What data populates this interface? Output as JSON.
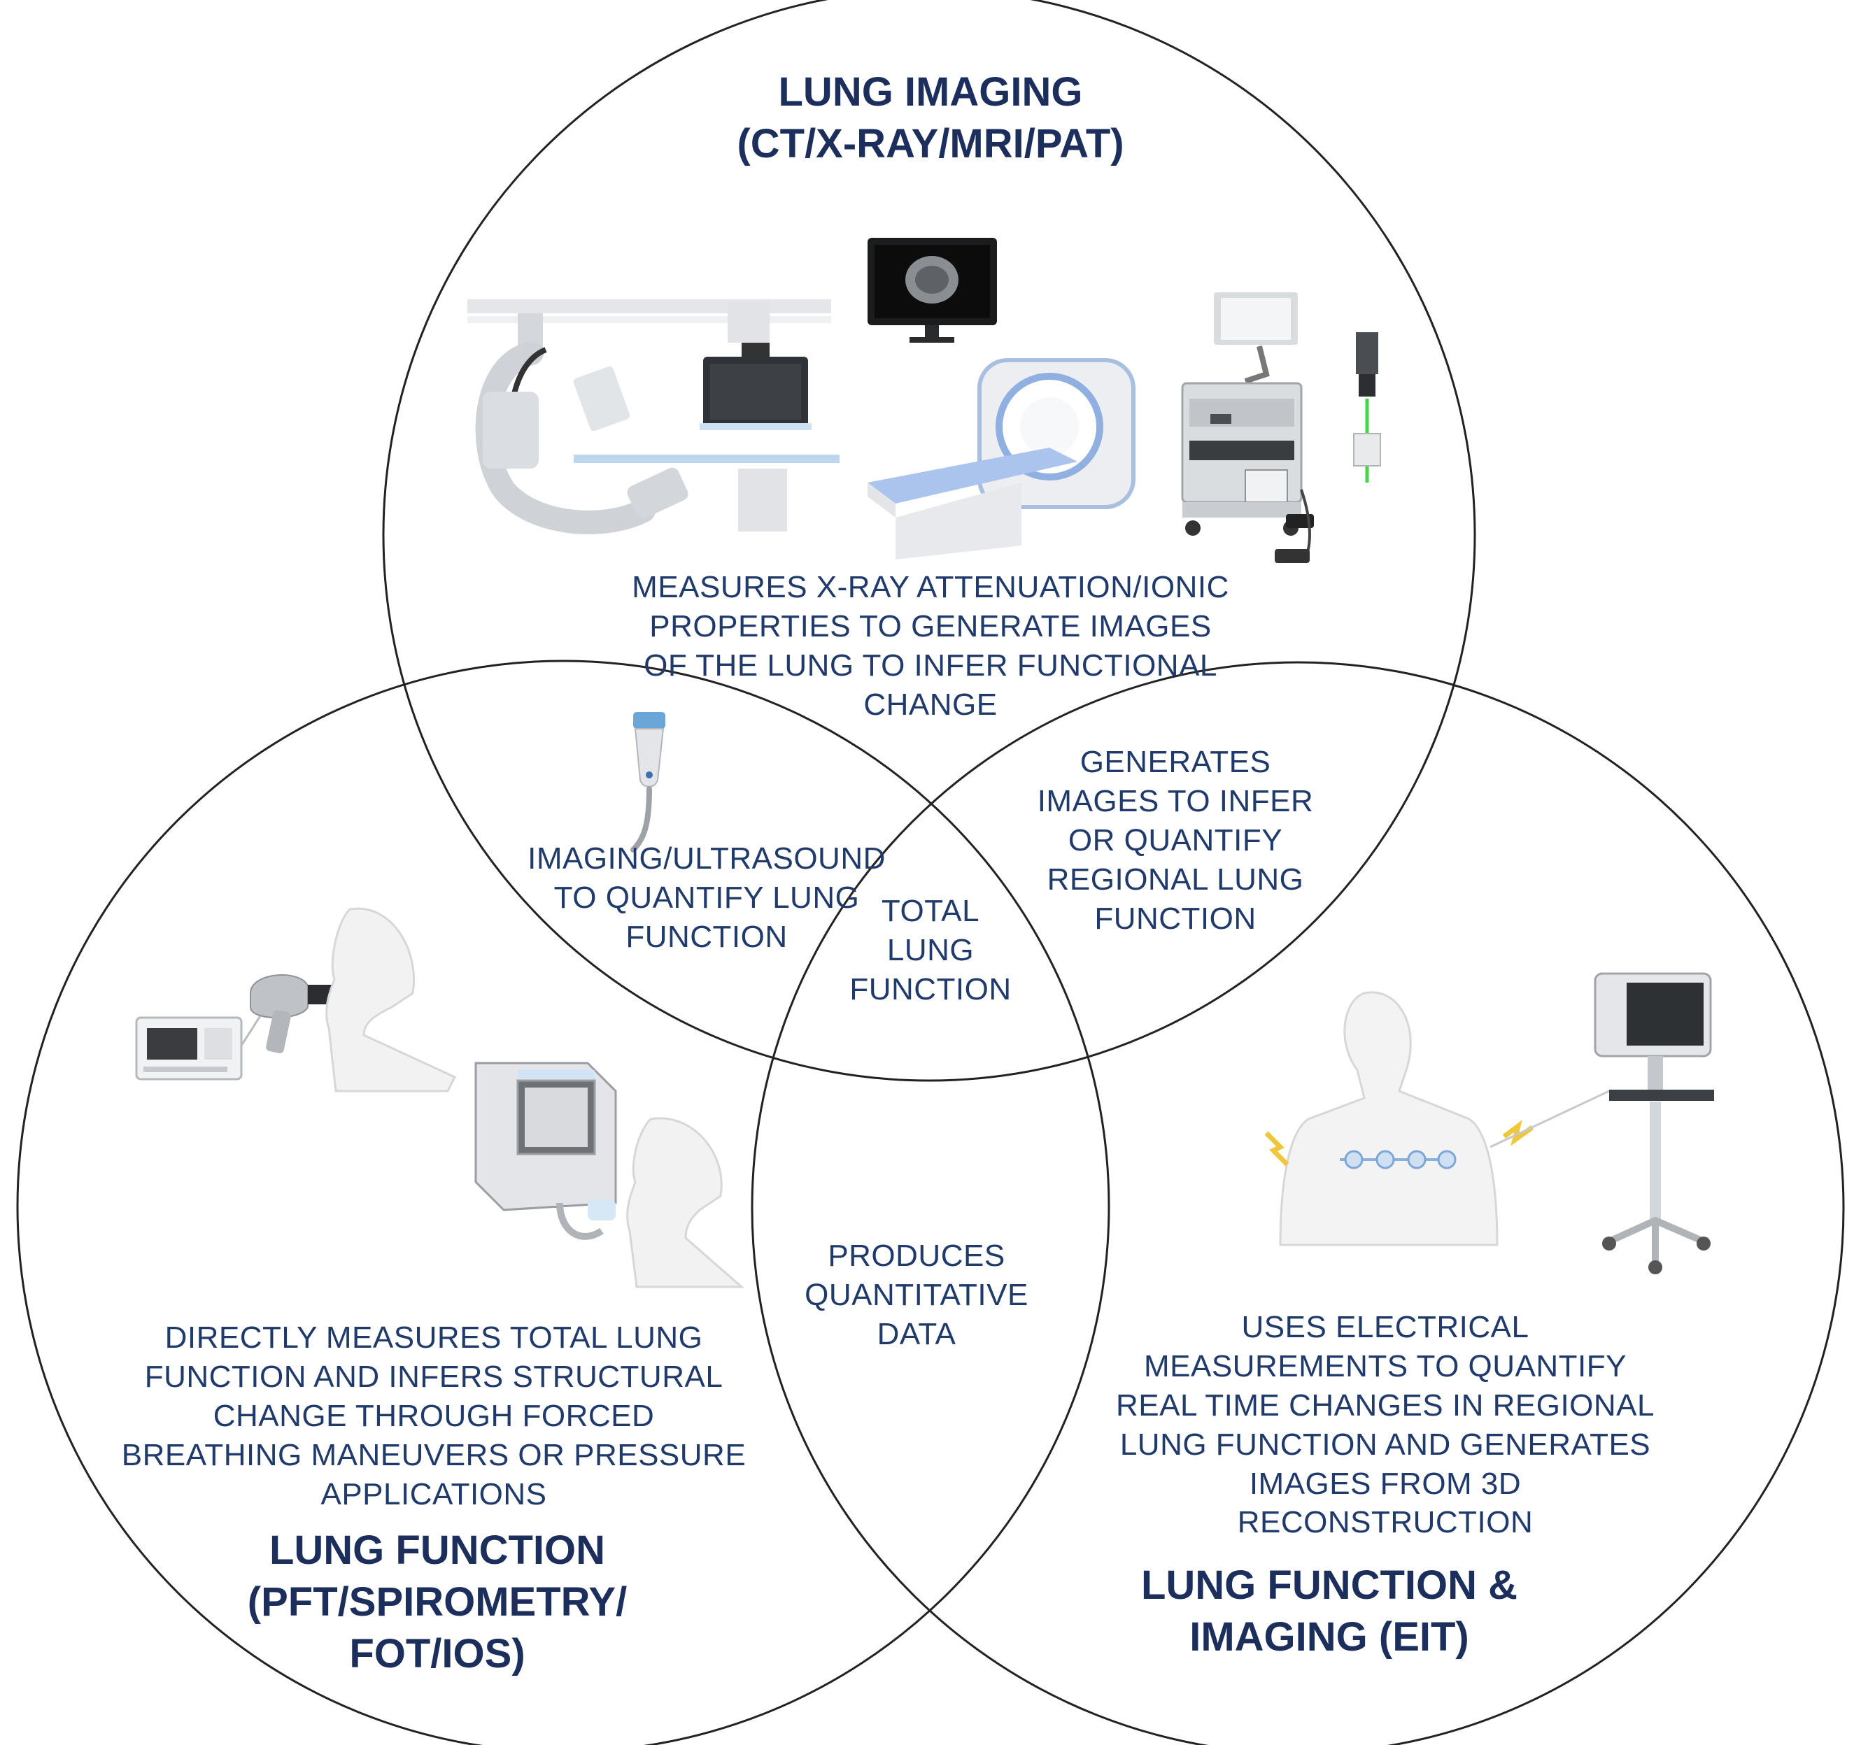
{
  "circles": {
    "imaging": {
      "title": [
        "LUNG IMAGING",
        "(CT/X-RAY/MRI/PAT)"
      ],
      "description": [
        "MEASURES X-RAY ATTENUATION/IONIC",
        "PROPERTIES TO GENERATE IMAGES",
        "OF THE LUNG TO INFER FUNCTIONAL",
        "CHANGE"
      ]
    },
    "function": {
      "title": [
        "LUNG FUNCTION",
        "(PFT/SPIROMETRY/",
        "FOT/IOS)"
      ],
      "description": [
        "DIRECTLY MEASURES TOTAL LUNG",
        "FUNCTION AND INFERS STRUCTURAL",
        "CHANGE  THROUGH FORCED",
        "BREATHING MANEUVERS OR PRESSURE",
        "APPLICATIONS"
      ]
    },
    "eit": {
      "title": [
        "LUNG FUNCTION &",
        "IMAGING (EIT)"
      ],
      "description": [
        "USES ELECTRICAL",
        "MEASUREMENTS TO QUANTIFY",
        "REAL TIME CHANGES IN REGIONAL",
        "LUNG FUNCTION AND GENERATES",
        "IMAGES FROM 3D",
        "RECONSTRUCTION"
      ]
    }
  },
  "overlaps": {
    "imaging_function": [
      "IMAGING/ULTRASOUND",
      "TO QUANTIFY LUNG",
      "FUNCTION"
    ],
    "imaging_eit": [
      "GENERATES",
      "IMAGES TO INFER",
      "OR QUANTIFY",
      "REGIONAL LUNG",
      "FUNCTION"
    ],
    "function_eit": [
      "PRODUCES",
      "QUANTITATIVE",
      "DATA"
    ],
    "center": [
      "TOTAL",
      "LUNG",
      "FUNCTION"
    ]
  },
  "icons": [
    "angiography-c-arm-icon",
    "mri-monitor-icon",
    "ct-scanner-icon",
    "photoacoustic-cart-icon",
    "ultrasound-probe-icon",
    "spirometer-icon",
    "plethysmograph-icon",
    "eit-patient-icon",
    "eit-monitor-stand-icon"
  ],
  "colors": {
    "text": "#1f3a6b",
    "title": "#1c2f5c",
    "outline": "#222222"
  }
}
